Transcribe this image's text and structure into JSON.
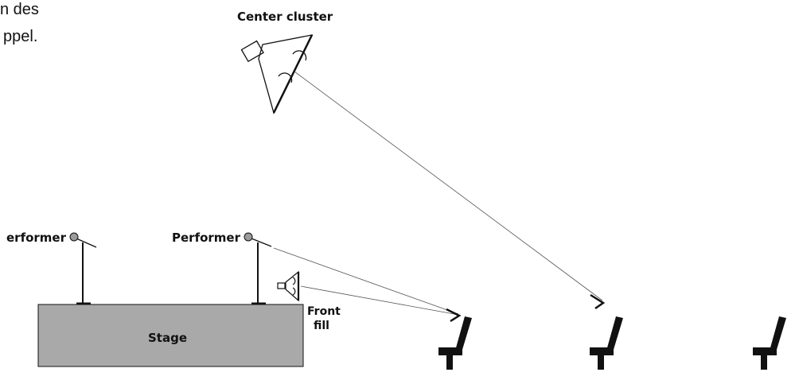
{
  "caption": {
    "line1": "n des",
    "line2": "ppel."
  },
  "labels": {
    "center_cluster": "Center cluster",
    "performer_left": "erformer",
    "performer_right": "Performer",
    "front_fill_line1": "Front",
    "front_fill_line2": "fill",
    "stage": "Stage"
  },
  "colors": {
    "stage_fill": "#a9a9a9",
    "stroke": "#111111",
    "mic_head": "#9b9b9b",
    "seat": "#111111"
  }
}
